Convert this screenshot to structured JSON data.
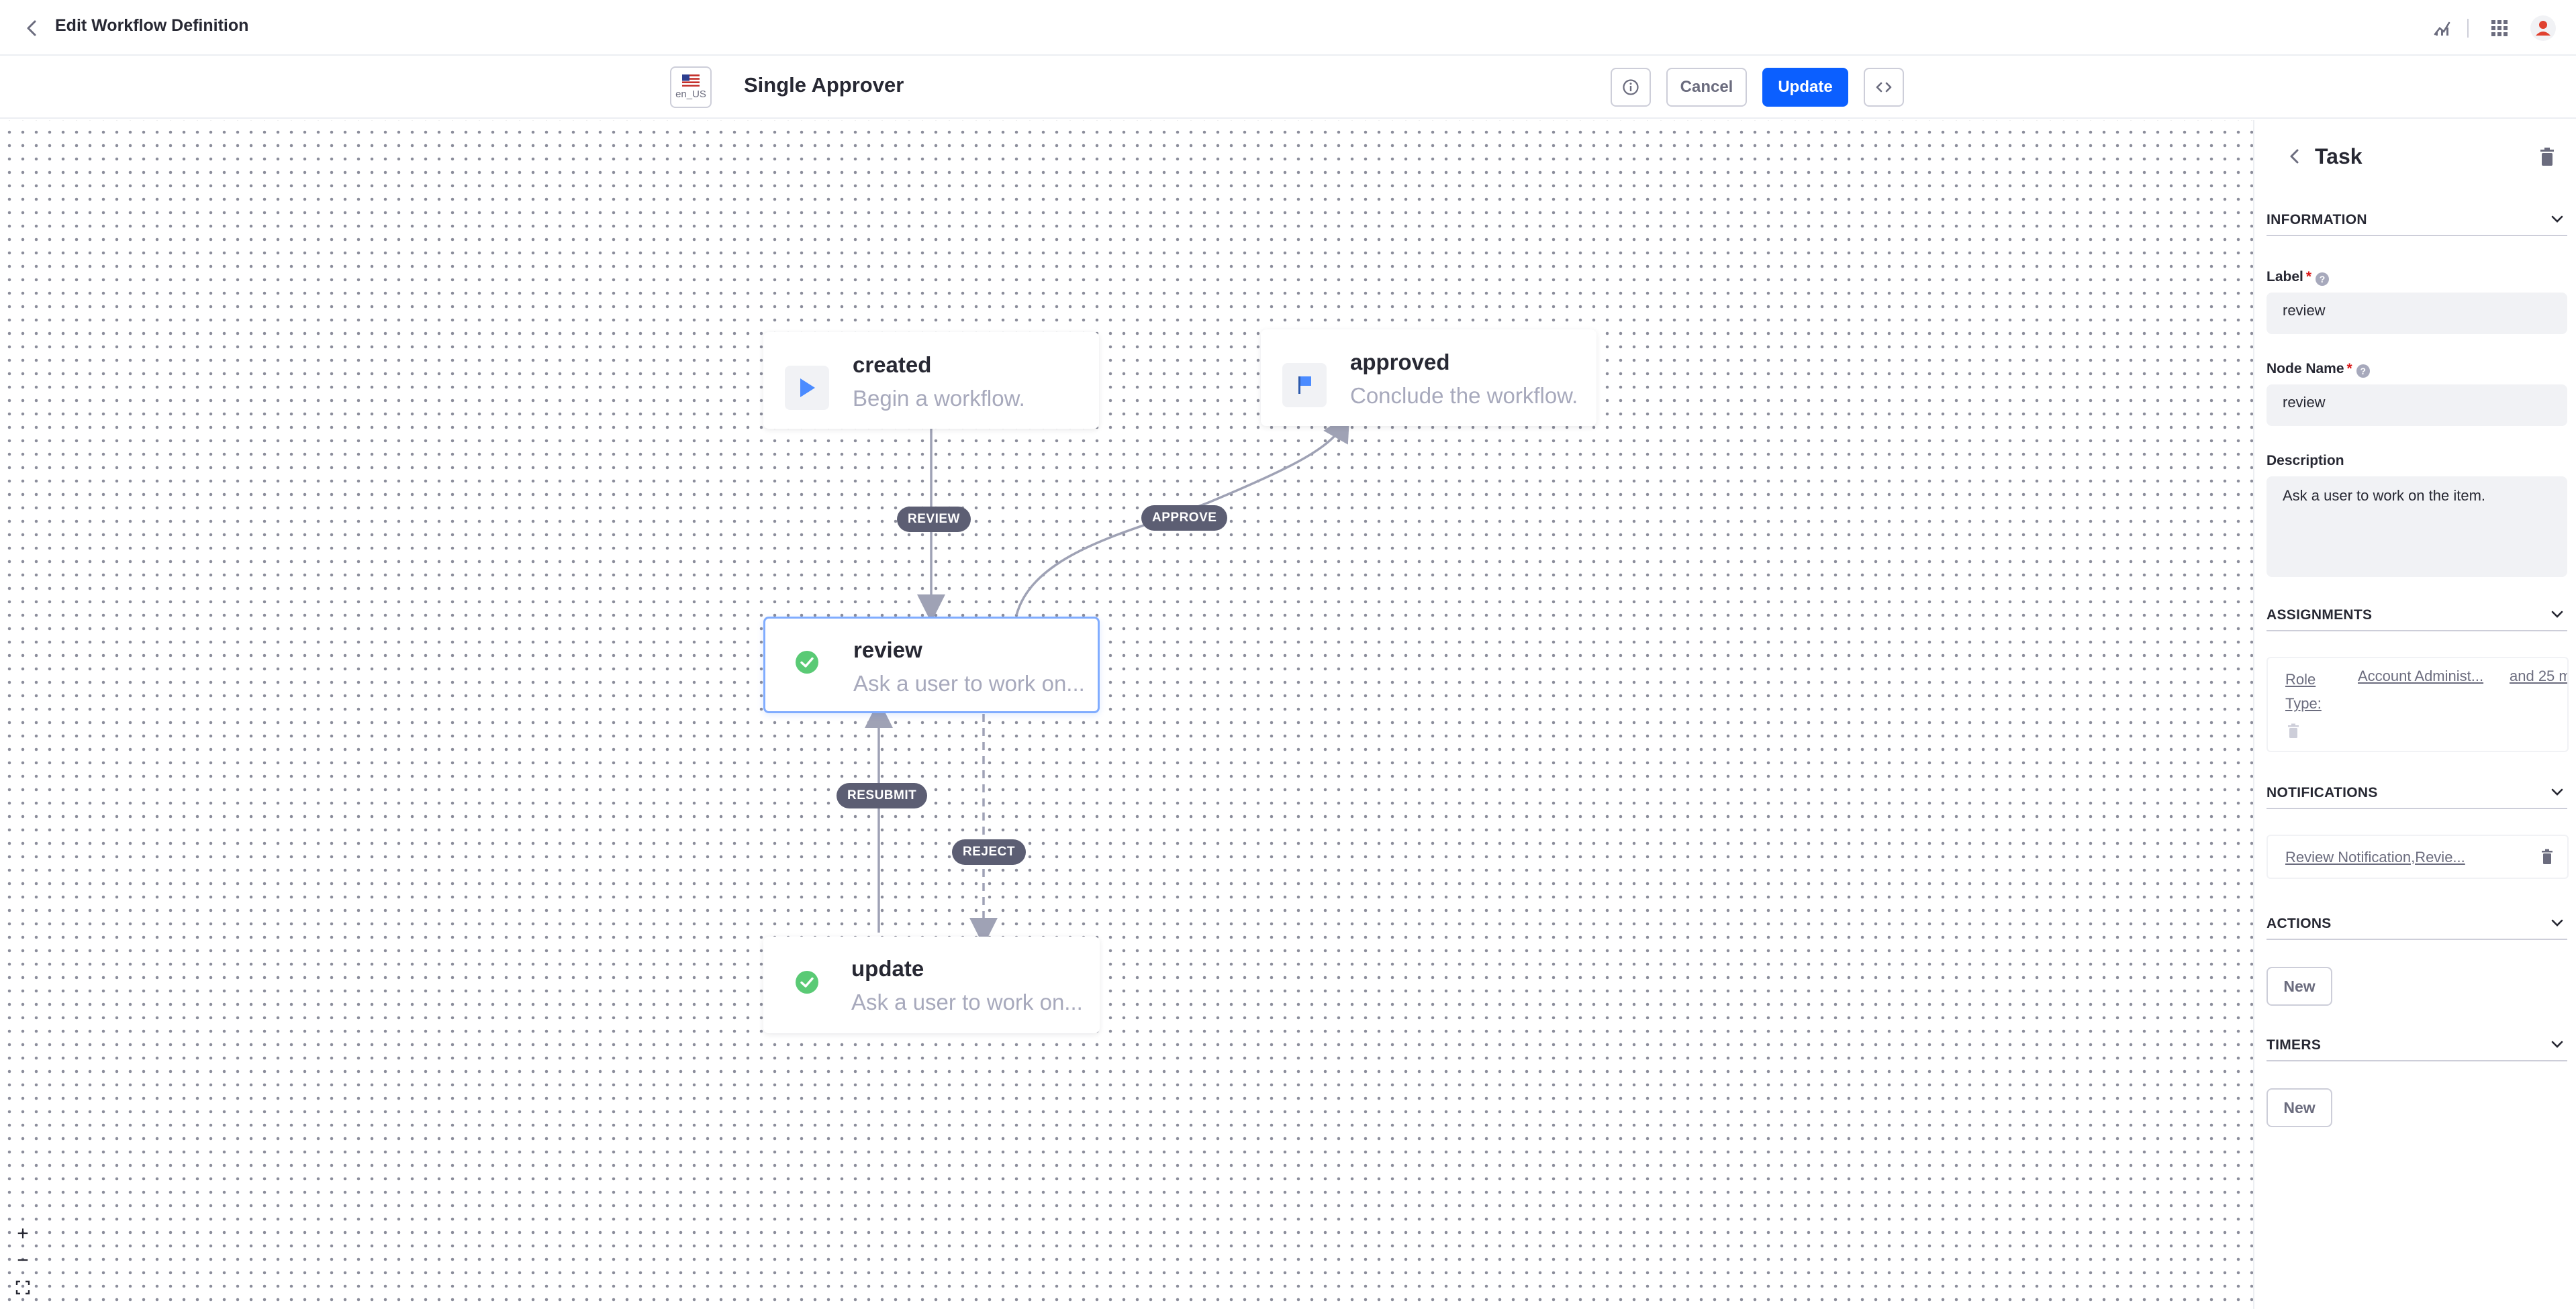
{
  "header": {
    "title": "Edit Workflow Definition",
    "icons": [
      "back-icon",
      "analytics-icon",
      "apps-grid-icon",
      "user-avatar-icon"
    ]
  },
  "toolbar": {
    "locale": "en_US",
    "workflow_name": "Single Approver",
    "cancel_label": "Cancel",
    "update_label": "Update",
    "accent_color": "#0b5fff"
  },
  "diagram": {
    "nodes": [
      {
        "id": "created",
        "label": "created",
        "description": "Begin a workflow.",
        "icon": "play-icon"
      },
      {
        "id": "approved",
        "label": "approved",
        "description": "Conclude the workflow.",
        "icon": "flag-icon"
      },
      {
        "id": "review",
        "label": "review",
        "description": "Ask a user to work on...",
        "icon": "check-circle-icon",
        "selected": true
      },
      {
        "id": "update",
        "label": "update",
        "description": "Ask a user to work on...",
        "icon": "check-circle-icon"
      }
    ],
    "transitions": [
      {
        "label": "REVIEW",
        "from": "created",
        "to": "review"
      },
      {
        "label": "APPROVE",
        "from": "review",
        "to": "approved"
      },
      {
        "label": "RESUBMIT",
        "from": "update",
        "to": "review"
      },
      {
        "label": "REJECT",
        "from": "review",
        "to": "update",
        "style": "dashed"
      }
    ],
    "zoom_in": "+",
    "zoom_out": "−"
  },
  "sidebar": {
    "title": "Task",
    "information": {
      "heading": "INFORMATION",
      "label_field": {
        "label": "Label",
        "required": "*",
        "value": "review"
      },
      "node_name_field": {
        "label": "Node Name",
        "required": "*",
        "value": "review"
      },
      "description_field": {
        "label": "Description",
        "value": "Ask a user to work on the item."
      }
    },
    "assignments": {
      "heading": "ASSIGNMENTS",
      "type_label": "Role Type:",
      "value": "Account Administ...",
      "more": "and 25 m"
    },
    "notifications": {
      "heading": "NOTIFICATIONS",
      "value": "Review Notification,Revie..."
    },
    "actions": {
      "heading": "ACTIONS",
      "new_label": "New"
    },
    "timers": {
      "heading": "TIMERS",
      "new_label": "New"
    }
  }
}
